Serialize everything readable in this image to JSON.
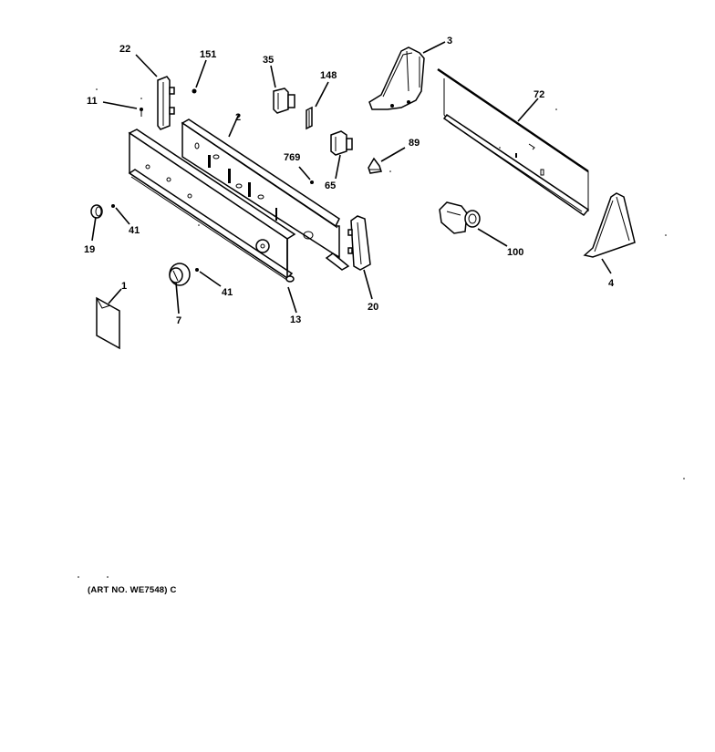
{
  "diagram": {
    "type": "exploded-parts-diagram",
    "art_number": "(ART NO. WE7548) C",
    "callouts": [
      {
        "id": "22",
        "label": "22",
        "part": "end-cap-left"
      },
      {
        "id": "151",
        "label": "151",
        "part": "screw"
      },
      {
        "id": "11",
        "label": "11",
        "part": "screw"
      },
      {
        "id": "2",
        "label": "2",
        "part": "control-panel-bracket"
      },
      {
        "id": "35",
        "label": "35",
        "part": "switch"
      },
      {
        "id": "148",
        "label": "148",
        "part": "clip"
      },
      {
        "id": "3",
        "label": "3",
        "part": "end-cap-bracket-top"
      },
      {
        "id": "72",
        "label": "72",
        "part": "backsplash-panel"
      },
      {
        "id": "769",
        "label": "769",
        "part": "screw"
      },
      {
        "id": "65",
        "label": "65",
        "part": "switch"
      },
      {
        "id": "89",
        "label": "89",
        "part": "connector"
      },
      {
        "id": "19",
        "label": "19",
        "part": "knob"
      },
      {
        "id": "41a",
        "label": "41",
        "part": "clip"
      },
      {
        "id": "41b",
        "label": "41",
        "part": "clip"
      },
      {
        "id": "100",
        "label": "100",
        "part": "timer"
      },
      {
        "id": "4",
        "label": "4",
        "part": "end-cap-bracket-right"
      },
      {
        "id": "1",
        "label": "1",
        "part": "literature"
      },
      {
        "id": "7",
        "label": "7",
        "part": "timer-knob"
      },
      {
        "id": "13",
        "label": "13",
        "part": "control-panel"
      },
      {
        "id": "20",
        "label": "20",
        "part": "end-cap-right"
      }
    ]
  }
}
